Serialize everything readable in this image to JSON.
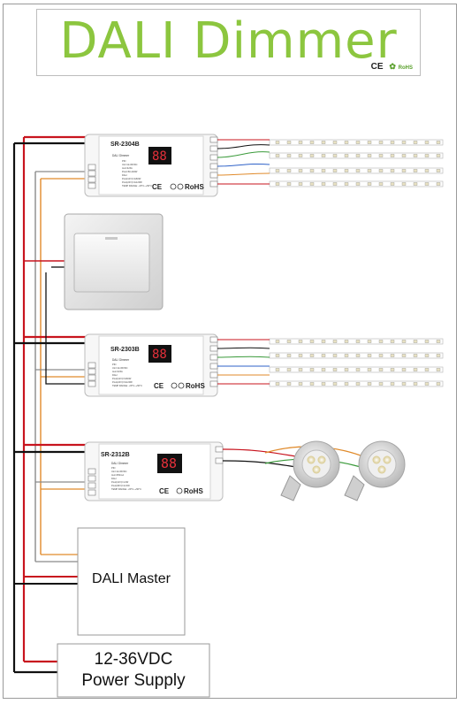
{
  "title": "DALI Dimmer",
  "cert_marks": "CE",
  "rohs_mark": "RoHS",
  "colors": {
    "title_green": "#8cc63f",
    "wire_red": "#c8141e",
    "wire_black": "#111111",
    "wire_orange": "#e08a2a",
    "wire_grey": "#8a8a8a",
    "wire_green": "#3a9a3a",
    "wire_blue": "#2f62c8"
  },
  "devices": [
    {
      "model": "SR-2304B",
      "name": "DALI Dimmer",
      "display": "88",
      "specs": [
        "PIN",
        "Uin=12-36VDC",
        "Iout=4x5A",
        "Pout=60-240W",
        "DALI",
        "Pout(12V)=4x60W",
        "Pout(24V)=4x120W",
        "TEMP RANGE: -20°C~+50°C"
      ],
      "rohs": "RoHS"
    },
    {
      "model": "SR-2303B",
      "name": "DALI Dimmer",
      "display": "88",
      "specs": [
        "PIN",
        "Uin=12-36VDC",
        "Iout=3x5A",
        "DALI",
        "Pout(12V)=3x60W",
        "Pout(24V)=3x120W",
        "TEMP RANGE: -20°C~+50°C"
      ],
      "rohs": "RoHS"
    },
    {
      "model": "SR-2312B",
      "name": "DALI Dimmer",
      "display": "88",
      "specs": [
        "PIN",
        "Uin=12-36VDC",
        "Iout=350mA",
        "DALI",
        "Pout(12V)=4.2W",
        "Pout(36V)=12.6W",
        "TEMP RANGE: -20°C~+50°C"
      ],
      "rohs": "RoHS"
    }
  ],
  "dali_master": "DALI Master",
  "power_supply": {
    "line1": "12-36VDC",
    "line2": "Power Supply"
  }
}
